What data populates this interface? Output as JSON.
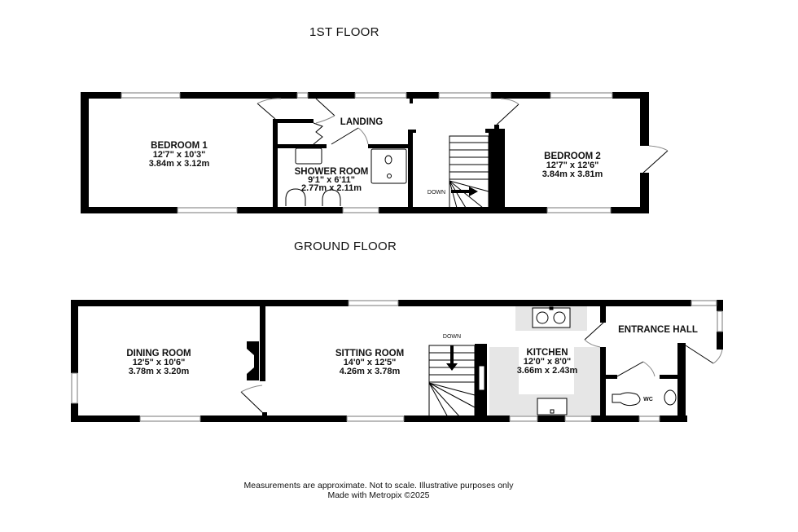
{
  "floors": [
    {
      "title": "1ST FLOOR",
      "rooms": [
        {
          "name": "BEDROOM 1",
          "imperial": "12'7\"  x 10'3\"",
          "metric": "3.84m  x 3.12m"
        },
        {
          "name": "LANDING"
        },
        {
          "name": "SHOWER ROOM",
          "imperial": "9'1\"  x 6'11\"",
          "metric": "2.77m  x 2.11m"
        },
        {
          "name": "BEDROOM 2",
          "imperial": "12'7\"  x 12'6\"",
          "metric": "3.84m  x 3.81m"
        }
      ],
      "stairs_label": "DOWN"
    },
    {
      "title": "GROUND FLOOR",
      "rooms": [
        {
          "name": "DINING ROOM",
          "imperial": "12'5\"  x 10'6\"",
          "metric": "3.78m  x 3.20m"
        },
        {
          "name": "SITTING ROOM",
          "imperial": "14'0\"  x 12'5\"",
          "metric": "4.26m  x 3.78m"
        },
        {
          "name": "KITCHEN",
          "imperial": "12'0\"  x 8'0\"",
          "metric": "3.66m  x 2.43m"
        },
        {
          "name": "ENTRANCE HALL"
        },
        {
          "name": "WC"
        }
      ],
      "stairs_label": "DOWN"
    }
  ],
  "footer": {
    "disclaimer": "Measurements are approximate.  Not to scale.  Illustrative purposes only",
    "credit": "Made with Metropix ©2025"
  },
  "colors": {
    "wall": "#000000",
    "kitchen_fill": "#e6e6e6",
    "background": "#ffffff"
  }
}
